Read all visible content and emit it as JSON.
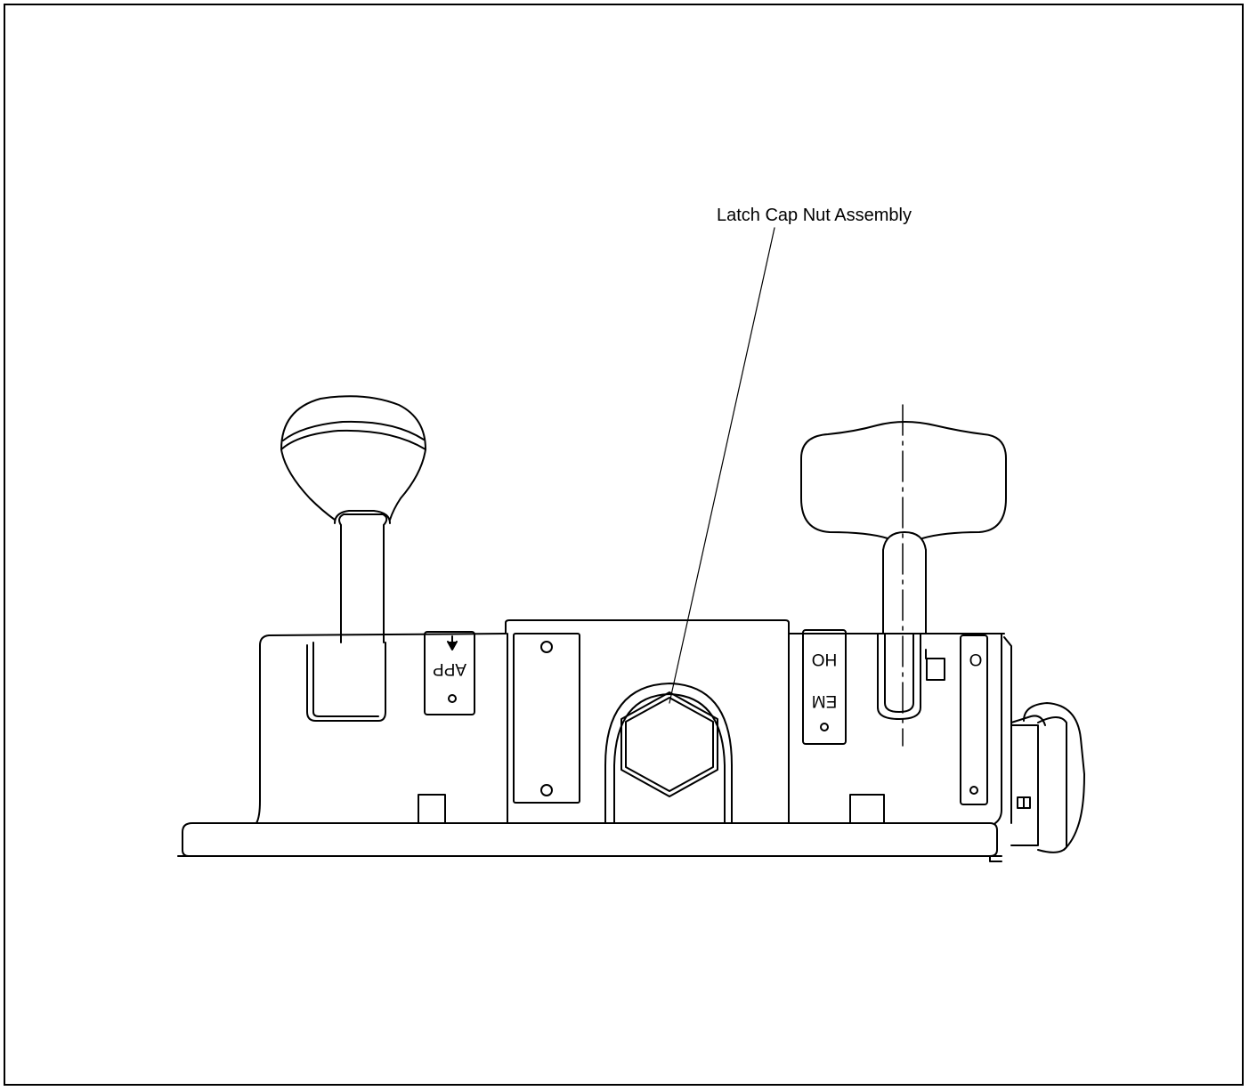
{
  "callout": {
    "label": "Latch Cap Nut Assembly"
  },
  "markings": {
    "left_plate": "APP",
    "right_plate_top": "HO",
    "right_plate_bottom": "EM",
    "right_edge": "O"
  },
  "colors": {
    "line": "#000000",
    "background": "#ffffff"
  }
}
